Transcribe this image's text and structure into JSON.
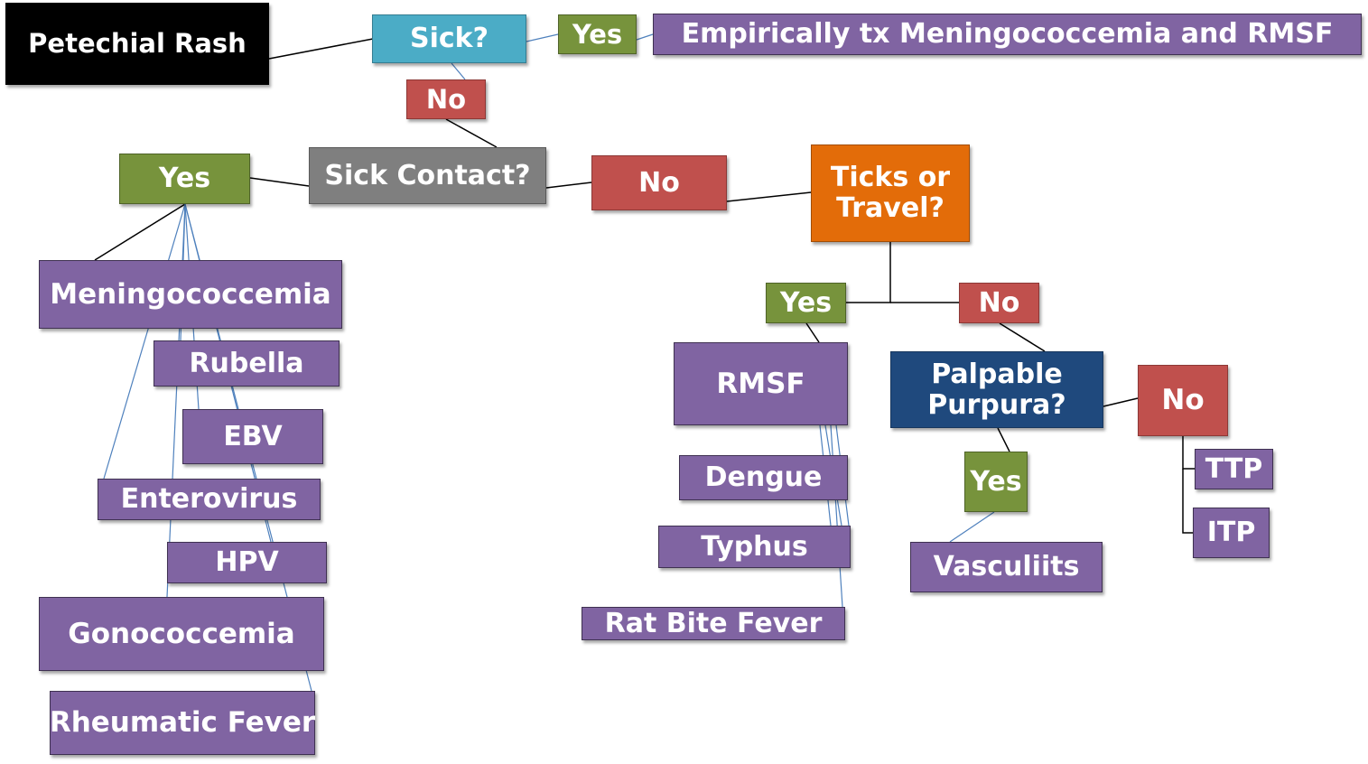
{
  "nodes": {
    "root": "Petechial Rash",
    "sick": "Sick?",
    "sick_yes": "Yes",
    "empiric": "Empirically tx Meningococcemia and RMSF",
    "sick_no": "No",
    "contact": "Sick Contact?",
    "contact_yes": "Yes",
    "contact_no": "No",
    "ticks": "Ticks or Travel?",
    "ticks_yes": "Yes",
    "ticks_no": "No",
    "palpable": "Palpable Purpura?",
    "palpable_yes": "Yes",
    "palpable_no": "No",
    "meningococcemia": "Meningococcemia",
    "rubella": "Rubella",
    "ebv": "EBV",
    "enterovirus": "Enterovirus",
    "hpv": "HPV",
    "gonococcemia": "Gonococcemia",
    "rheumatic": "Rheumatic Fever",
    "rmsf": "RMSF",
    "dengue": "Dengue",
    "typhus": "Typhus",
    "ratbite": "Rat Bite Fever",
    "vasculitis": "Vasculiits",
    "ttp": "TTP",
    "itp": "ITP"
  },
  "colors": {
    "black": "#000000",
    "question_teal": "#4bacc6",
    "yes_green": "#77933c",
    "no_red": "#c0504d",
    "question_grey": "#7f7f7f",
    "question_orange": "#e36c09",
    "question_navy": "#1f497d",
    "diagnosis_purple": "#8064a2",
    "connector_black": "#000000",
    "connector_blue": "#4f81bd"
  }
}
